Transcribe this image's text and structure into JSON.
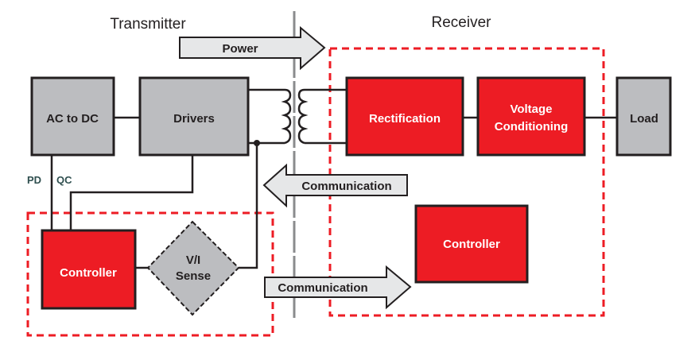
{
  "headers": {
    "transmitter": "Transmitter",
    "receiver": "Receiver"
  },
  "arrows": {
    "power": "Power",
    "communication_to_transmitter": "Communication",
    "communication_to_receiver": "Communication"
  },
  "transmitter": {
    "ac_to_dc": "AC to DC",
    "drivers": "Drivers",
    "controller": "Controller",
    "vi_sense_line1": "V/I",
    "vi_sense_line2": "Sense",
    "signal_pd": "PD",
    "signal_qc": "QC"
  },
  "receiver": {
    "rectification": "Rectification",
    "voltage_conditioning_line1": "Voltage",
    "voltage_conditioning_line2": "Conditioning",
    "controller": "Controller",
    "load": "Load"
  },
  "colors": {
    "red_block": "#ed1c24",
    "gray_block": "#bcbdc0",
    "arrow_fill": "#e6e7e8",
    "outline": "#231f20",
    "dashed_boundary": "#ed1c24"
  }
}
